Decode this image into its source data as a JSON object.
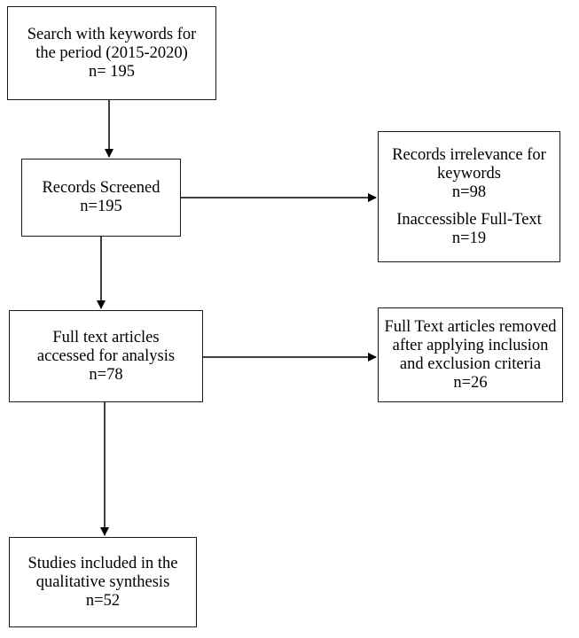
{
  "boxes": {
    "search": {
      "line1": "Search with keywords for",
      "line2": "the period (2015-2020)",
      "count": "n= 195"
    },
    "screened": {
      "line1": "Records Screened",
      "count": "n=195"
    },
    "excluded_screening": {
      "line1": "Records irrelevance for",
      "line2": "keywords",
      "count1": "n=98",
      "line3": "Inaccessible Full-Text",
      "count2": "n=19"
    },
    "fulltext": {
      "line1": "Full text articles",
      "line2": "accessed for analysis",
      "count": "n=78"
    },
    "excluded_fulltext": {
      "line1": "Full Text articles removed",
      "line2": "after applying inclusion",
      "line3": "and exclusion criteria",
      "count": "n=26"
    },
    "included": {
      "line1": "Studies included in the",
      "line2": "qualitative synthesis",
      "count": "n=52"
    }
  },
  "colors": {
    "border": "#1a1a1a",
    "arrow": "#000000",
    "background": "#ffffff"
  }
}
